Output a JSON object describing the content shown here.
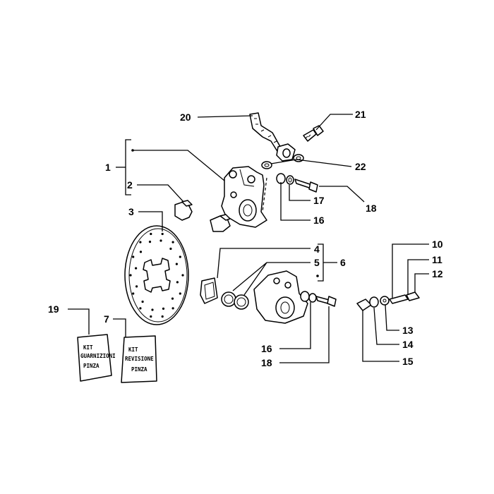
{
  "callouts": {
    "c1": "1",
    "c2": "2",
    "c3": "3",
    "c4": "4",
    "c5": "5",
    "c6": "6",
    "c7": "7",
    "c10": "10",
    "c11": "11",
    "c12": "12",
    "c13": "13",
    "c14": "14",
    "c15": "15",
    "c16a": "16",
    "c16b": "16",
    "c17": "17",
    "c18a": "18",
    "c18b": "18",
    "c19": "19",
    "c20": "20",
    "c21": "21",
    "c22": "22"
  },
  "kits": {
    "gaskets": {
      "line1": "KIT",
      "line2": "GUARNIZIONI",
      "line3": "PINZA"
    },
    "overhaul": {
      "line1": "KIT",
      "line2": "REVISIONE",
      "line3": "PINZA"
    }
  }
}
